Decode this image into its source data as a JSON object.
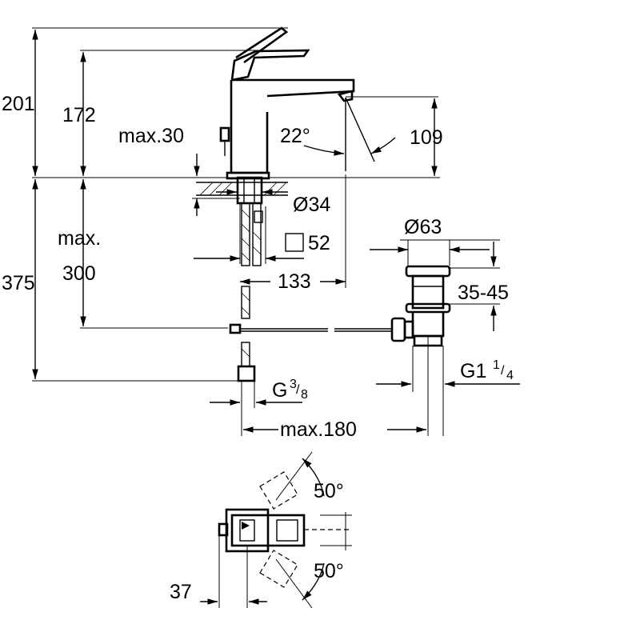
{
  "dimensions": {
    "total_height": "201",
    "spout_height": "172",
    "max_30": "max.30",
    "spout_angle": "22°",
    "outlet_height": "109",
    "hole_diameter": "Ø34",
    "flange_square": "52",
    "projection": "133",
    "waste_diameter": "Ø63",
    "waste_range": "35-45",
    "max_label": "max.",
    "max_value": "300",
    "depth": "375",
    "connection_thread": "G",
    "connection_num": "3",
    "connection_den": "8",
    "waste_thread": "G1",
    "waste_num": "1",
    "waste_den": "4",
    "max_180": "max.180",
    "swivel_top": "50°",
    "swivel_bottom": "50°",
    "lever_offset": "37"
  }
}
